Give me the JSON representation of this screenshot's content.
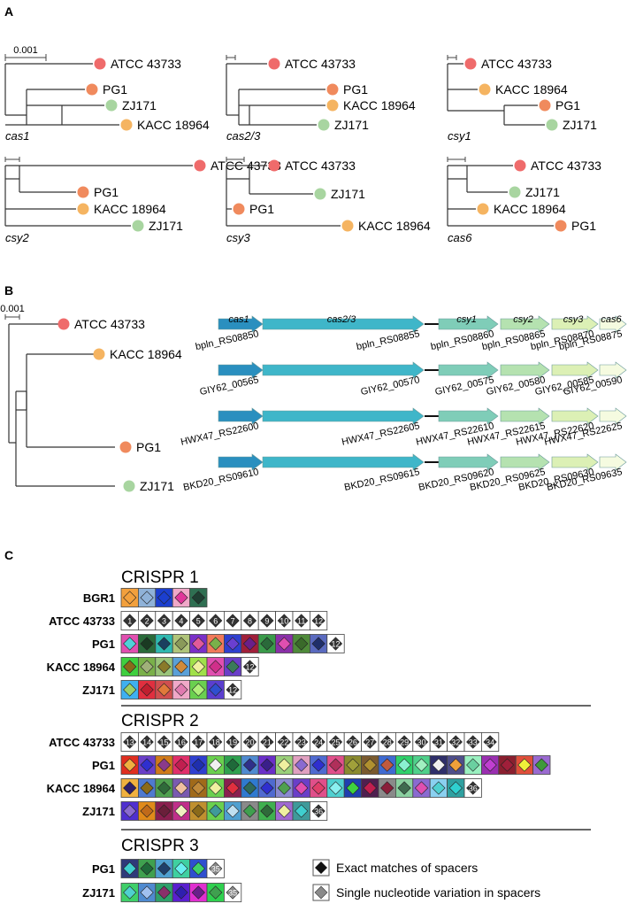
{
  "panels": {
    "a": "A",
    "b": "B",
    "c": "C"
  },
  "colors": {
    "ATCC 43733": "#ef6b6b",
    "PG1": "#f08a5d",
    "ZJ171": "#a8d5a0",
    "KACC 18964": "#f5b461",
    "branch": "#333333",
    "cas1": "#2a8fbf",
    "cas2/3": "#3fb6c9",
    "csy1": "#7fcdb8",
    "csy2": "#b5e2b0",
    "csy3": "#dcf0b5",
    "cas6": "#f5fbe0"
  },
  "panel_a": {
    "scale_label": "0.001",
    "trees": [
      {
        "gene": "cas1",
        "leaves": [
          "ATCC 43733",
          "PG1",
          "ZJ171",
          "KACC 18964"
        ]
      },
      {
        "gene": "cas2/3",
        "leaves": [
          "ATCC 43733",
          "PG1",
          "KACC 18964",
          "ZJ171"
        ]
      },
      {
        "gene": "csy1",
        "leaves": [
          "ATCC 43733",
          "KACC 18964",
          "PG1",
          "ZJ171"
        ]
      },
      {
        "gene": "csy2",
        "leaves": [
          "ATCC 43733",
          "PG1",
          "KACC 18964",
          "ZJ171"
        ]
      },
      {
        "gene": "csy3",
        "leaves": [
          "ATCC 43733",
          "ZJ171",
          "PG1",
          "KACC 18964"
        ]
      },
      {
        "gene": "cas6",
        "leaves": [
          "ATCC 43733",
          "ZJ171",
          "KACC 18964",
          "PG1"
        ]
      }
    ]
  },
  "panel_b": {
    "scale_label": "0.001",
    "leaves": [
      "ATCC 43733",
      "KACC 18964",
      "PG1",
      "ZJ171"
    ],
    "gene_names": [
      "cas1",
      "cas2/3",
      "csy1",
      "csy2",
      "csy3",
      "cas6"
    ],
    "loci": [
      [
        "bpln_RS08850",
        "bpln_RS08855",
        "bpln_RS08860",
        "bpln_RS08865",
        "bpln_RS08870",
        "bpln_RS08875"
      ],
      [
        "GIY62_00565",
        "GIY62_00570",
        "GIY62_00575",
        "GIY62_00580",
        "GIY62_00585",
        "GIY62_00590"
      ],
      [
        "HWX47_RS22600",
        "HWX47_RS22605",
        "HWX47_RS22610",
        "HWX47_RS22615",
        "HWX47_RS22620",
        "HWX47_RS22625"
      ],
      [
        "BKD20_RS09610",
        "BKD20_RS09615",
        "BKD20_RS09620",
        "BKD20_RS09625",
        "BKD20_RS09630",
        "BKD20_RS09635"
      ]
    ]
  },
  "panel_c": {
    "legend": {
      "exact": "Exact matches of spacers",
      "snv": "Single nucleotide variation in spacers"
    },
    "crisprs": [
      {
        "title": "CRISPR 1",
        "rows": [
          {
            "strain": "BGR1",
            "cells": [
              {
                "bg": "#f2a03d",
                "d": "#f2a03d"
              },
              {
                "bg": "#8fb2d8",
                "d": "#8fb2d8"
              },
              {
                "bg": "#1c3fcf",
                "d": "#1c3fcf"
              },
              {
                "bg": "#f0a8c8",
                "d": "#e0369a"
              },
              {
                "bg": "#2f6f52",
                "d": "#1f3f33"
              }
            ]
          },
          {
            "strain": "ATCC 43733",
            "cells": [
              {
                "bg": "#ffffff",
                "d": "#333333",
                "n": "1"
              },
              {
                "bg": "#ffffff",
                "d": "#333333",
                "n": "2"
              },
              {
                "bg": "#ffffff",
                "d": "#333333",
                "n": "3"
              },
              {
                "bg": "#ffffff",
                "d": "#333333",
                "n": "4"
              },
              {
                "bg": "#ffffff",
                "d": "#333333",
                "n": "5"
              },
              {
                "bg": "#ffffff",
                "d": "#333333",
                "n": "6"
              },
              {
                "bg": "#ffffff",
                "d": "#333333",
                "n": "7"
              },
              {
                "bg": "#ffffff",
                "d": "#333333",
                "n": "8"
              },
              {
                "bg": "#ffffff",
                "d": "#333333",
                "n": "9"
              },
              {
                "bg": "#ffffff",
                "d": "#333333",
                "n": "10"
              },
              {
                "bg": "#ffffff",
                "d": "#333333",
                "n": "11"
              },
              {
                "bg": "#ffffff",
                "d": "#333333",
                "n": "12"
              }
            ]
          },
          {
            "strain": "PG1",
            "cells": [
              {
                "bg": "#e04fb0",
                "d": "#4fd2d8"
              },
              {
                "bg": "#2a6a3a",
                "d": "#1a3a22"
              },
              {
                "bg": "#2fb8b0",
                "d": "#1a3f5f"
              },
              {
                "bg": "#b0c47a",
                "d": "#8a9a5a"
              },
              {
                "bg": "#7a2fc8",
                "d": "#e05a9a"
              },
              {
                "bg": "#f07a5a",
                "d": "#7ab04a"
              },
              {
                "bg": "#2f3fcf",
                "d": "#6a3fd0"
              },
              {
                "bg": "#a01f3a",
                "d": "#6a1f8a"
              },
              {
                "bg": "#3a9a4a",
                "d": "#2a6a3a"
              },
              {
                "bg": "#8a2fa8",
                "d": "#e04fb0"
              },
              {
                "bg": "#4f8a3a",
                "d": "#3a6a2a"
              },
              {
                "bg": "#5a6abf",
                "d": "#1f2f6a"
              },
              {
                "bg": "#ffffff",
                "d": "#333333",
                "n": "12"
              }
            ]
          },
          {
            "strain": "KACC 18964",
            "cells": [
              {
                "bg": "#3fcf3f",
                "d": "#8a6a1a"
              },
              {
                "bg": "#7ab04a",
                "d": "#a0b07a"
              },
              {
                "bg": "#9ac47a",
                "d": "#8a7a2a"
              },
              {
                "bg": "#5aa0d8",
                "d": "#d08a3a"
              },
              {
                "bg": "#a0e04a",
                "d": "#f0f0a0"
              },
              {
                "bg": "#e04fb0",
                "d": "#d02f8a"
              },
              {
                "bg": "#6a3fc8",
                "d": "#3a7a5a"
              },
              {
                "bg": "#ffffff",
                "d": "#333333",
                "n": "12"
              }
            ]
          },
          {
            "strain": "ZJ171",
            "cells": [
              {
                "bg": "#3fb0f0",
                "d": "#9ad06a"
              },
              {
                "bg": "#e02f3f",
                "d": "#c01f2f"
              },
              {
                "bg": "#d04f4f",
                "d": "#e07a3a"
              },
              {
                "bg": "#f0a8c8",
                "d": "#e07ab0"
              },
              {
                "bg": "#6ad04f",
                "d": "#b0f07a"
              },
              {
                "bg": "#5a3fcf",
                "d": "#2f4fcf"
              },
              {
                "bg": "#ffffff",
                "d": "#333333",
                "n": "12"
              }
            ]
          }
        ]
      },
      {
        "title": "CRISPR 2",
        "rows": [
          {
            "strain": "ATCC 43733",
            "cells": [
              {
                "bg": "#ffffff",
                "d": "#333333",
                "n": "13"
              },
              {
                "bg": "#ffffff",
                "d": "#333333",
                "n": "14"
              },
              {
                "bg": "#ffffff",
                "d": "#333333",
                "n": "15"
              },
              {
                "bg": "#ffffff",
                "d": "#333333",
                "n": "16"
              },
              {
                "bg": "#ffffff",
                "d": "#333333",
                "n": "17"
              },
              {
                "bg": "#ffffff",
                "d": "#333333",
                "n": "18"
              },
              {
                "bg": "#ffffff",
                "d": "#333333",
                "n": "19"
              },
              {
                "bg": "#ffffff",
                "d": "#333333",
                "n": "20"
              },
              {
                "bg": "#ffffff",
                "d": "#333333",
                "n": "21"
              },
              {
                "bg": "#ffffff",
                "d": "#333333",
                "n": "22"
              },
              {
                "bg": "#ffffff",
                "d": "#333333",
                "n": "23"
              },
              {
                "bg": "#ffffff",
                "d": "#333333",
                "n": "24"
              },
              {
                "bg": "#ffffff",
                "d": "#333333",
                "n": "25"
              },
              {
                "bg": "#ffffff",
                "d": "#333333",
                "n": "26"
              },
              {
                "bg": "#ffffff",
                "d": "#333333",
                "n": "27"
              },
              {
                "bg": "#ffffff",
                "d": "#333333",
                "n": "28"
              },
              {
                "bg": "#ffffff",
                "d": "#333333",
                "n": "29"
              },
              {
                "bg": "#ffffff",
                "d": "#333333",
                "n": "30"
              },
              {
                "bg": "#ffffff",
                "d": "#333333",
                "n": "31"
              },
              {
                "bg": "#ffffff",
                "d": "#333333",
                "n": "32"
              },
              {
                "bg": "#ffffff",
                "d": "#333333",
                "n": "33"
              },
              {
                "bg": "#ffffff",
                "d": "#333333",
                "n": "34"
              }
            ]
          },
          {
            "strain": "PG1",
            "cells": [
              {
                "bg": "#e02f1f",
                "d": "#f0b03f"
              },
              {
                "bg": "#6a3fc8",
                "d": "#2f2fcf"
              },
              {
                "bg": "#d07a1a",
                "d": "#8a3a8a"
              },
              {
                "bg": "#e02f6a",
                "d": "#c01f4f"
              },
              {
                "bg": "#2f3fcf",
                "d": "#1f2faf"
              },
              {
                "bg": "#6ad04f",
                "d": "#f0f0f0"
              },
              {
                "bg": "#2fa04f",
                "d": "#1f6a3a"
              },
              {
                "bg": "#4f8ad0",
                "d": "#2f2f8a"
              },
              {
                "bg": "#6a2fc8",
                "d": "#3a1f8a"
              },
              {
                "bg": "#9ad07a",
                "d": "#f0f0a0"
              },
              {
                "bg": "#e0a0c0",
                "d": "#8a6ad0"
              },
              {
                "bg": "#4f6ad0",
                "d": "#2f2fcf"
              },
              {
                "bg": "#e04f8a",
                "d": "#b02f5a"
              },
              {
                "bg": "#8a8a2f",
                "d": "#a0a03a"
              },
              {
                "bg": "#7a5a2f",
                "d": "#b0902f"
              },
              {
                "bg": "#3f6ad0",
                "d": "#c05a3f"
              },
              {
                "bg": "#2fd06a",
                "d": "#8af0d0"
              },
              {
                "bg": "#4fd08a",
                "d": "#a0f0c0"
              },
              {
                "bg": "#2f2f6a",
                "d": "#f0f0f0"
              },
              {
                "bg": "#4f4f8a",
                "d": "#f0a03a"
              },
              {
                "bg": "#9af0c0",
                "d": "#6ad0a0"
              },
              {
                "bg": "#9a2fb0",
                "d": "#c03fd0"
              },
              {
                "bg": "#8a1f2f",
                "d": "#a01f3a"
              },
              {
                "bg": "#e04f3a",
                "d": "#f0f03a"
              },
              {
                "bg": "#9a6ad0",
                "d": "#3f9a3a"
              }
            ]
          },
          {
            "strain": "KACC 18964",
            "cells": [
              {
                "bg": "#f0b03f",
                "d": "#2f1f6a"
              },
              {
                "bg": "#4f7ad0",
                "d": "#8a6a1a"
              },
              {
                "bg": "#4fa04f",
                "d": "#2f6a3a"
              },
              {
                "bg": "#7a5ab0",
                "d": "#f0c0a0"
              },
              {
                "bg": "#a06a1a",
                "d": "#c08a3a"
              },
              {
                "bg": "#6ad04f",
                "d": "#f0f0a0"
              },
              {
                "bg": "#8a1f4f",
                "d": "#e02f3f"
              },
              {
                "bg": "#2f7ad0",
                "d": "#2f6a5a"
              },
              {
                "bg": "#4f6ad0",
                "d": "#2f2fcf"
              },
              {
                "bg": "#8a8ad0",
                "d": "#4fa04f"
              },
              {
                "bg": "#6a3fc8",
                "d": "#e04fb0"
              },
              {
                "bg": "#e04f8a",
                "d": "#e03f6a"
              },
              {
                "bg": "#4fd0d0",
                "d": "#8af0f0"
              },
              {
                "bg": "#1f3faf",
                "d": "#3fcf3f"
              },
              {
                "bg": "#4f1f4f",
                "d": "#c01f4f"
              },
              {
                "bg": "#8a8a8a",
                "d": "#8a1f3a"
              },
              {
                "bg": "#8ad0a0",
                "d": "#3f6a4f"
              },
              {
                "bg": "#8a6ad0",
                "d": "#e04fb0"
              },
              {
                "bg": "#8ad0f0",
                "d": "#4fd0d0"
              },
              {
                "bg": "#2fa0a0",
                "d": "#2fd0d0"
              },
              {
                "bg": "#ffffff",
                "d": "#333333",
                "n": "36"
              }
            ]
          },
          {
            "strain": "ZJ171",
            "cells": [
              {
                "bg": "#4f2fcf",
                "d": "#8a6ad0"
              },
              {
                "bg": "#e08a1a",
                "d": "#c06a1a"
              },
              {
                "bg": "#8a1f4f",
                "d": "#6a1f3a"
              },
              {
                "bg": "#c02f8a",
                "d": "#f0f0c0"
              },
              {
                "bg": "#c0902f",
                "d": "#8a6a1a"
              },
              {
                "bg": "#6ad04f",
                "d": "#3f9a9a"
              },
              {
                "bg": "#4fa0d0",
                "d": "#c0e0f0"
              },
              {
                "bg": "#8a8a8a",
                "d": "#3fa04f"
              },
              {
                "bg": "#3fb04f",
                "d": "#2f6a3a"
              },
              {
                "bg": "#a06ad0",
                "d": "#f0f0a0"
              },
              {
                "bg": "#3f9a9a",
                "d": "#3fcfcf"
              },
              {
                "bg": "#ffffff",
                "d": "#333333",
                "n": "36"
              }
            ]
          }
        ]
      },
      {
        "title": "CRISPR 3",
        "rows": [
          {
            "strain": "PG1",
            "cells": [
              {
                "bg": "#2f3a7a",
                "d": "#3fcfcf"
              },
              {
                "bg": "#3fa04f",
                "d": "#1f6a3a"
              },
              {
                "bg": "#4fa0d0",
                "d": "#1f3f6a"
              },
              {
                "bg": "#3fd0a0",
                "d": "#6af0f0"
              },
              {
                "bg": "#2f4fcf",
                "d": "#3fcf6a"
              },
              {
                "bg": "#ffffff",
                "d": "#888888",
                "n": "35"
              }
            ]
          },
          {
            "strain": "ZJ171",
            "cells": [
              {
                "bg": "#3fcf6a",
                "d": "#4fd0d0"
              },
              {
                "bg": "#4f8ad0",
                "d": "#a0c0f0"
              },
              {
                "bg": "#2fa06a",
                "d": "#8a2f6a"
              },
              {
                "bg": "#5a1fcf",
                "d": "#2f1faf"
              },
              {
                "bg": "#e02fd0",
                "d": "#6a1f8a"
              },
              {
                "bg": "#2fd04f",
                "d": "#3fa04f"
              },
              {
                "bg": "#ffffff",
                "d": "#888888",
                "n": "35"
              }
            ]
          }
        ]
      }
    ]
  }
}
